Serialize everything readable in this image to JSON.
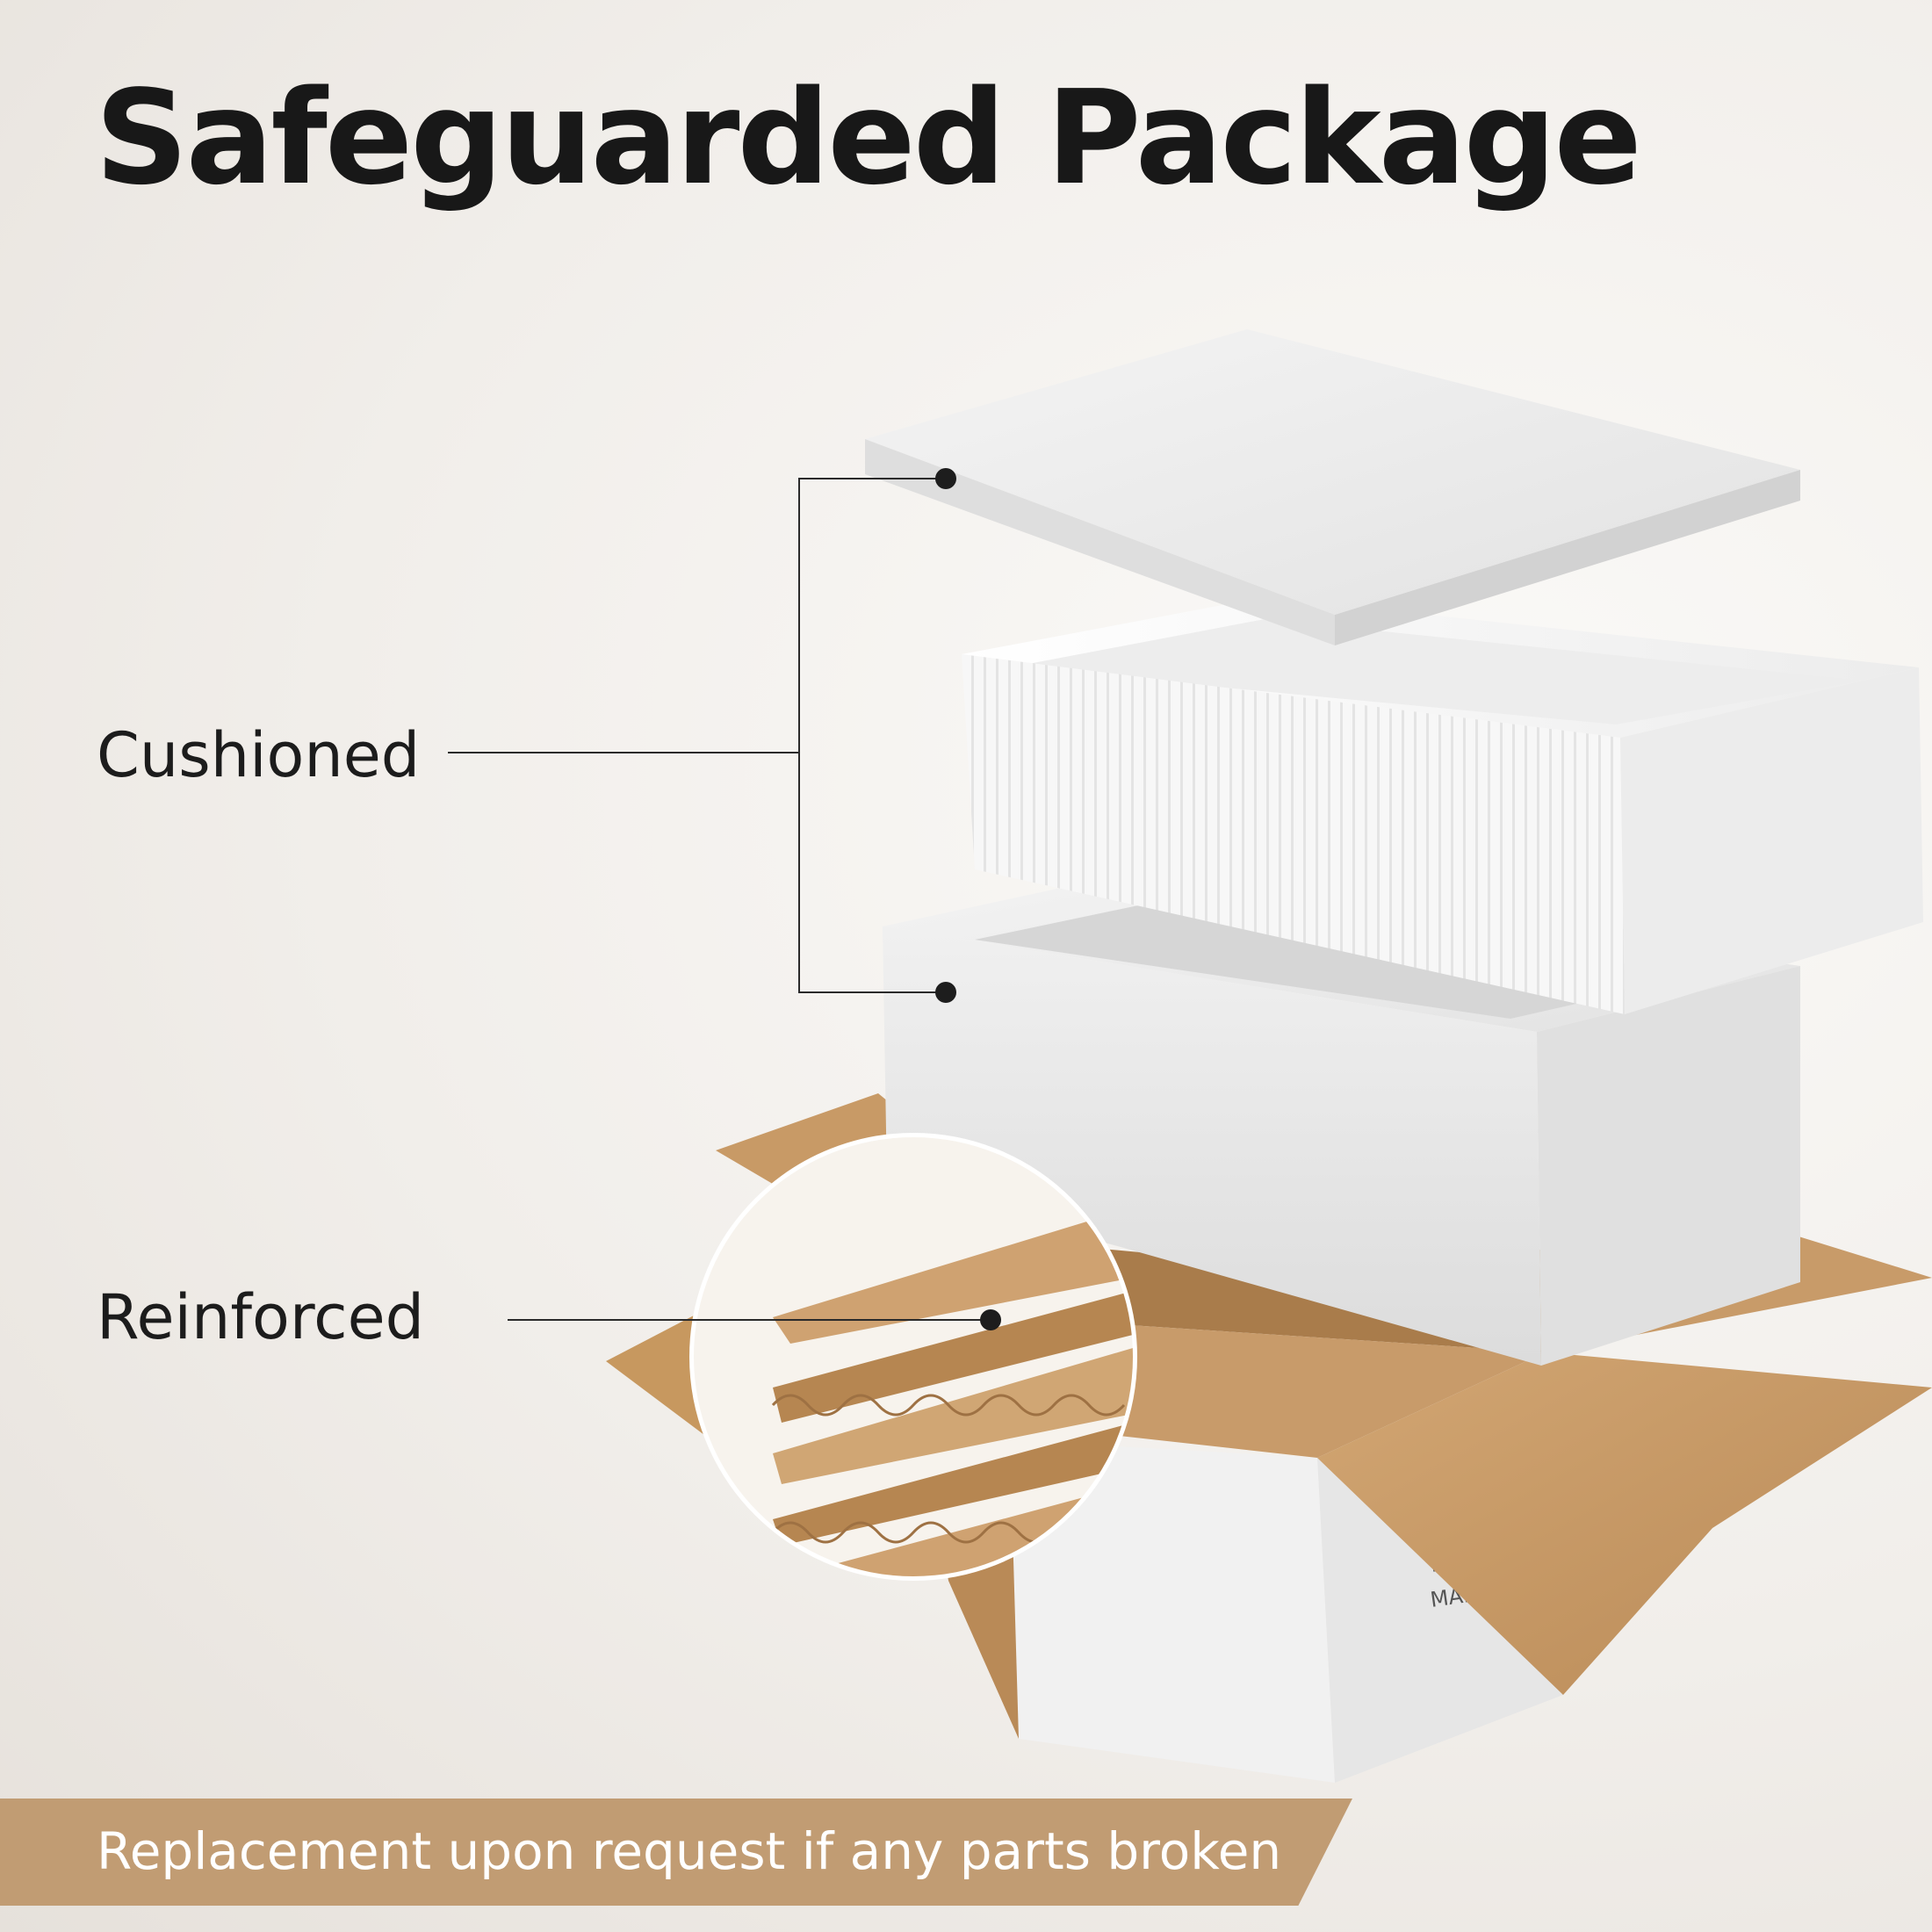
{
  "title": "Safeguarded Package",
  "callouts": {
    "cushioned": "Cushioned",
    "reinforced": "Reinforced"
  },
  "footer": {
    "text": "Replacement upon request if any parts broken"
  },
  "colors": {
    "title": "#181818",
    "banner": "#c19c73",
    "banner_text": "#ffffff",
    "cardboard": "#c79a66",
    "foam": "#ededed"
  },
  "icons": [
    "foam-lid-icon",
    "sink-basin-icon",
    "foam-tray-icon",
    "cardboard-box-icon",
    "corrugated-layers-icon"
  ]
}
